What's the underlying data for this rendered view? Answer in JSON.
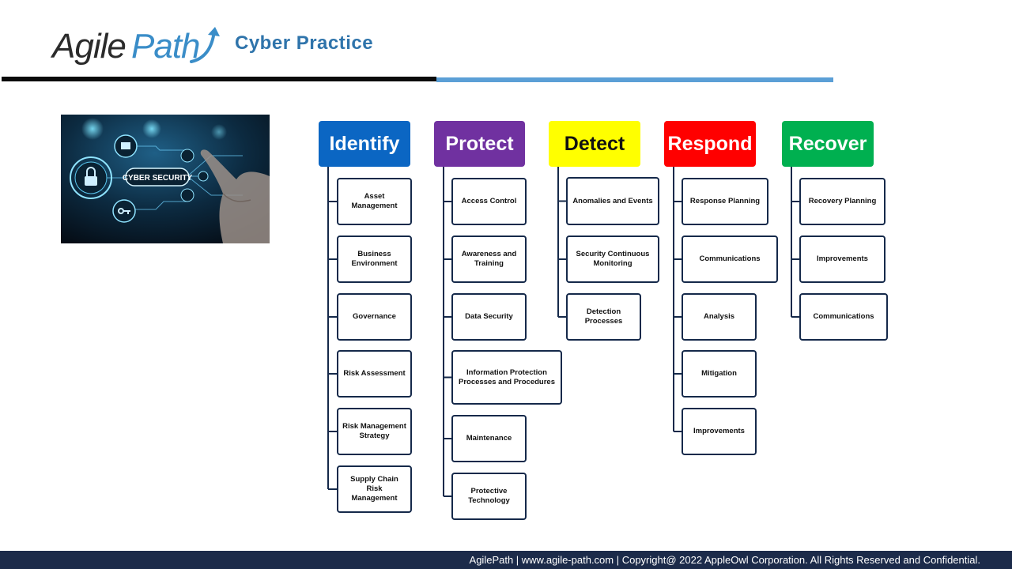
{
  "header": {
    "logo_agile": "Agile",
    "logo_path": "Path",
    "subtitle": "Cyber Practice"
  },
  "image": {
    "overlay_text": "CYBER SECURITY"
  },
  "colors": {
    "identify": "#0b66c3",
    "protect": "#7031a0",
    "detect": "#ffff00",
    "respond": "#ff0000",
    "recover": "#00b050",
    "box_border": "#15294a",
    "footer_bg": "#1c2b4a"
  },
  "diagram": {
    "columns": [
      {
        "title": "Identify",
        "items": [
          "Asset Management",
          "Business\nEnvironment",
          "Governance",
          "Risk Assessment",
          "Risk Management\nStrategy",
          "Supply Chain Risk\nManagement"
        ]
      },
      {
        "title": "Protect",
        "items": [
          "Access Control",
          "Awareness and\nTraining",
          "Data Security",
          "Information Protection\nProcesses and Procedures",
          "Maintenance",
          "Protective\nTechnology"
        ]
      },
      {
        "title": "Detect",
        "items": [
          "Anomalies and Events",
          "Security Continuous\nMonitoring",
          "Detection\nProcesses"
        ]
      },
      {
        "title": "Respond",
        "items": [
          "Response Planning",
          "Communications",
          "Analysis",
          "Mitigation",
          "Improvements"
        ]
      },
      {
        "title": "Recover",
        "items": [
          "Recovery Planning",
          "Improvements",
          "Communications"
        ]
      }
    ]
  },
  "footer": {
    "text": "AgilePath | www.agile-path.com | Copyright@ 2022 AppleOwl Corporation. All Rights Reserved and Confidential."
  }
}
